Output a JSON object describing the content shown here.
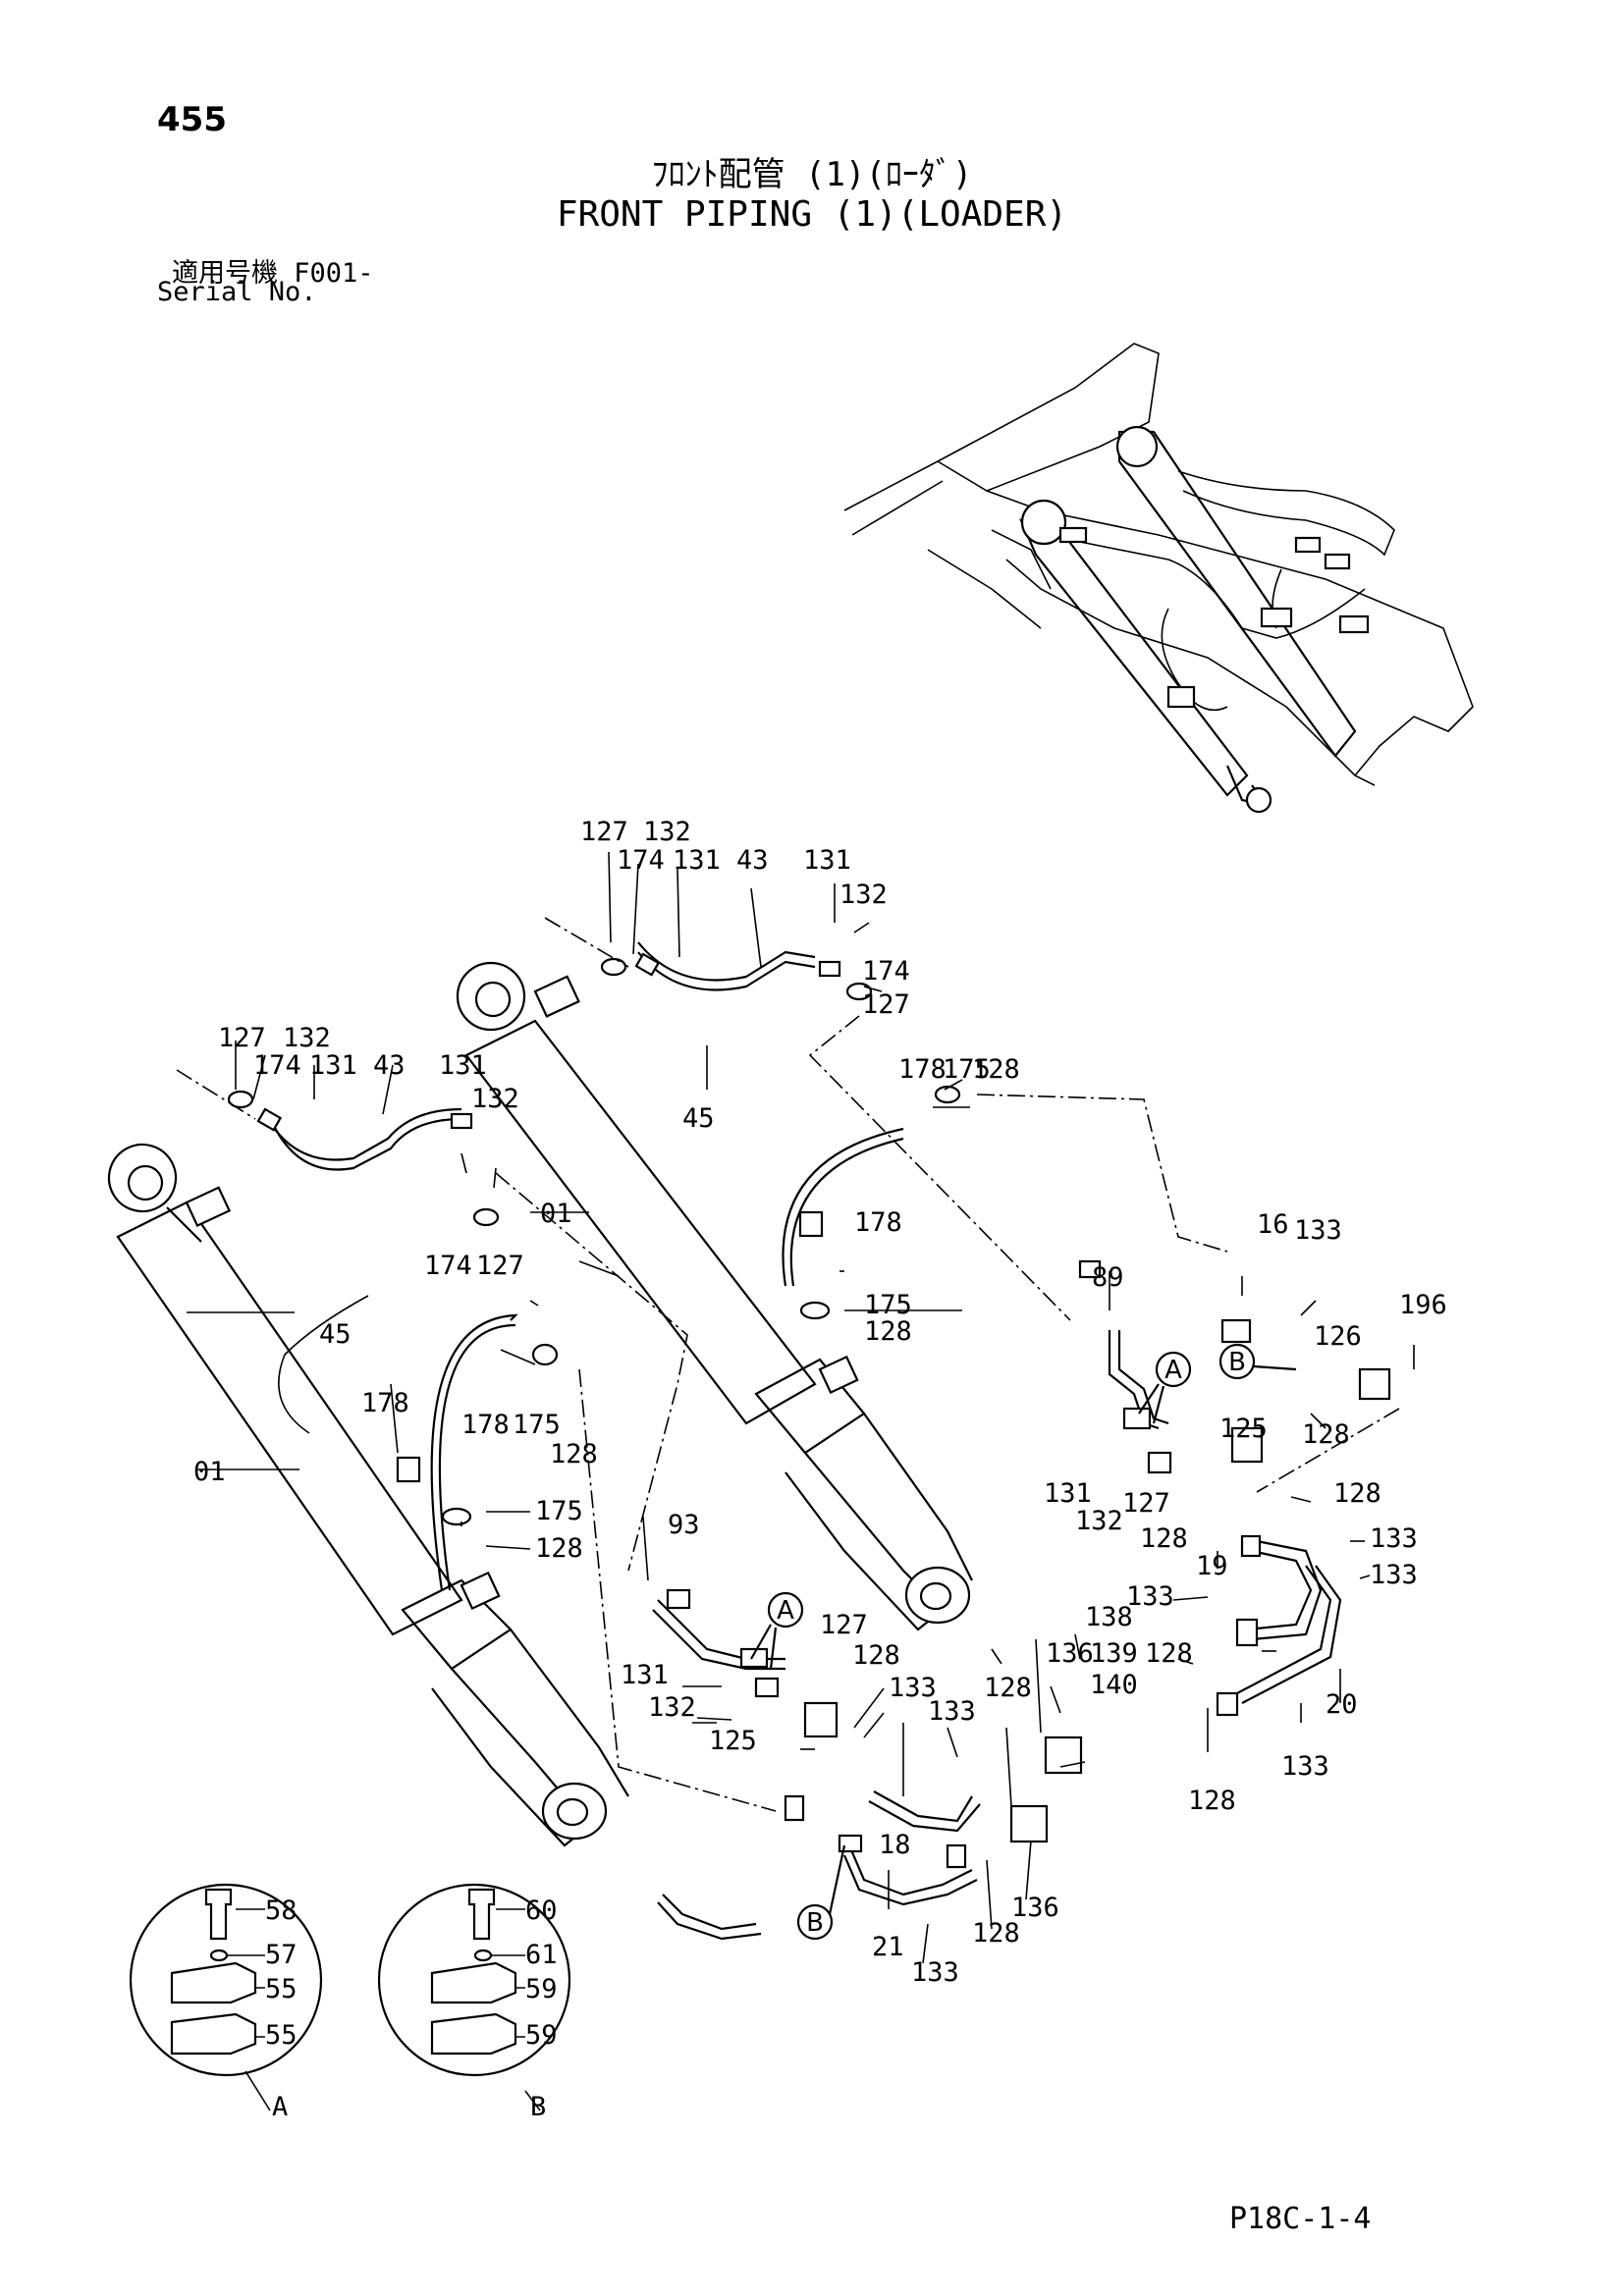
{
  "header": {
    "page_number": "455",
    "title_jp": "ﾌﾛﾝﾄ配管 (1)(ﾛｰﾀﾞ)",
    "title_en": "FRONT PIPING (1)(LOADER)",
    "serial_jp": "適用号機  F001-",
    "serial_en": "Serial No."
  },
  "footer": {
    "code": "P18C-1-4"
  },
  "detail_views": [
    {
      "label": "A",
      "parts": [
        "58",
        "57",
        "55",
        "55"
      ]
    },
    {
      "label": "B",
      "parts": [
        "60",
        "61",
        "59",
        "59"
      ]
    }
  ],
  "callouts": [
    "127",
    "132",
    "174",
    "131",
    "43",
    "131",
    "132",
    "174",
    "127",
    "127",
    "132",
    "174",
    "131",
    "43",
    "131",
    "132",
    "174",
    "127",
    "178",
    "175",
    "128",
    "45",
    "01",
    "178",
    "175",
    "128",
    "45",
    "178",
    "178",
    "175",
    "128",
    "01",
    "175",
    "128",
    "16",
    "133",
    "196",
    "126",
    "128",
    "89",
    "131",
    "132",
    "127",
    "125",
    "128",
    "128",
    "133",
    "133",
    "19",
    "133",
    "138",
    "128",
    "139",
    "136",
    "140",
    "20",
    "128",
    "133",
    "93",
    "127",
    "128",
    "131",
    "132",
    "125",
    "133",
    "133",
    "128",
    "18",
    "21",
    "133",
    "128",
    "136"
  ],
  "circle_labels": [
    "A",
    "A",
    "A",
    "B",
    "B"
  ]
}
